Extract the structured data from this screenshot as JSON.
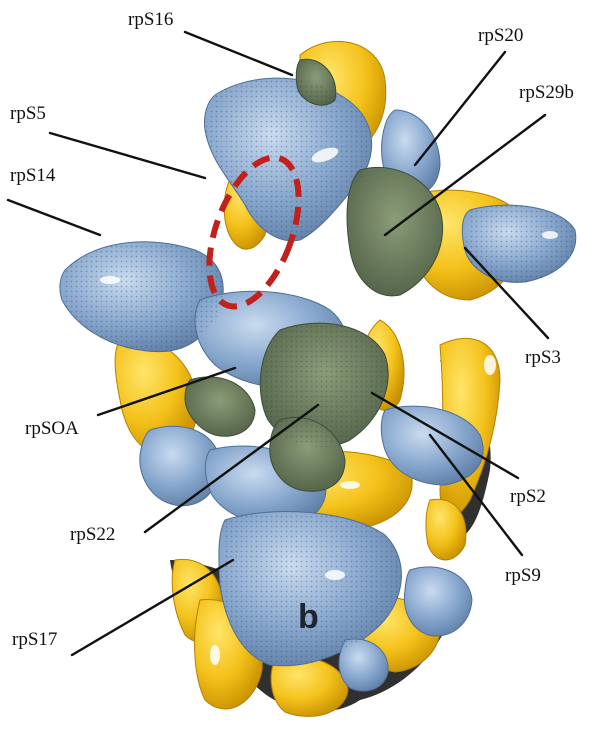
{
  "figure": {
    "panel_letter": "b",
    "colors": {
      "protein_blue": "#8aa9cf",
      "protein_blue_dark": "#5f7fa8",
      "rna_yellow": "#f4c21b",
      "rna_yellow_dark": "#c99100",
      "core_green": "#5f7352",
      "highlight_ring": "#c2201b"
    },
    "labels": [
      {
        "id": "rpS16",
        "text": "rpS16"
      },
      {
        "id": "rpS20",
        "text": "rpS20"
      },
      {
        "id": "rpS5",
        "text": "rpS5"
      },
      {
        "id": "rpS29b",
        "text": "rpS29b"
      },
      {
        "id": "rpS14",
        "text": "rpS14"
      },
      {
        "id": "rpS3",
        "text": "rpS3"
      },
      {
        "id": "rpSOA",
        "text": "rpSOA"
      },
      {
        "id": "rpS2",
        "text": "rpS2"
      },
      {
        "id": "rpS22",
        "text": "rpS22"
      },
      {
        "id": "rpS9",
        "text": "rpS9"
      },
      {
        "id": "rpS17",
        "text": "rpS17"
      }
    ]
  }
}
